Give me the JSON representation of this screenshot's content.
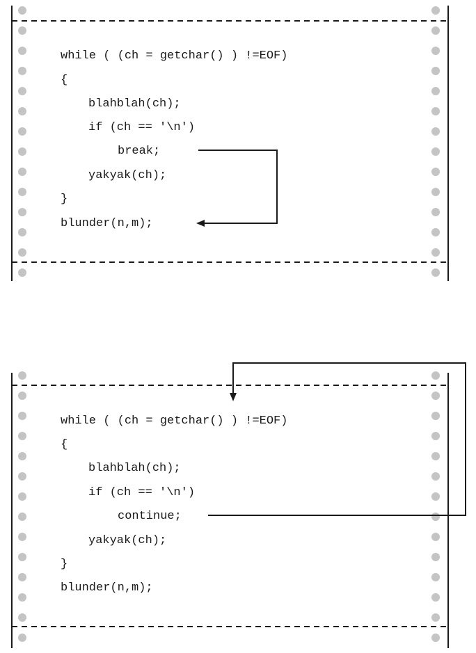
{
  "colors": {
    "ink": "#1a1a1a",
    "hole": "#c4c4c4",
    "background": "#ffffff"
  },
  "panels": [
    {
      "id": "break",
      "lines": [
        "while ( (ch = getchar() ) !=EOF)",
        "{",
        "blahblah(ch);",
        "if (ch == '\\n')",
        "break;",
        "yakyak(ch);",
        "}",
        "blunder(n,m);"
      ]
    },
    {
      "id": "continue",
      "lines": [
        "while ( (ch = getchar() ) !=EOF)",
        "{",
        "blahblah(ch);",
        "if (ch == '\\n')",
        "continue;",
        "yakyak(ch);",
        "}",
        "blunder(n,m);"
      ]
    }
  ]
}
